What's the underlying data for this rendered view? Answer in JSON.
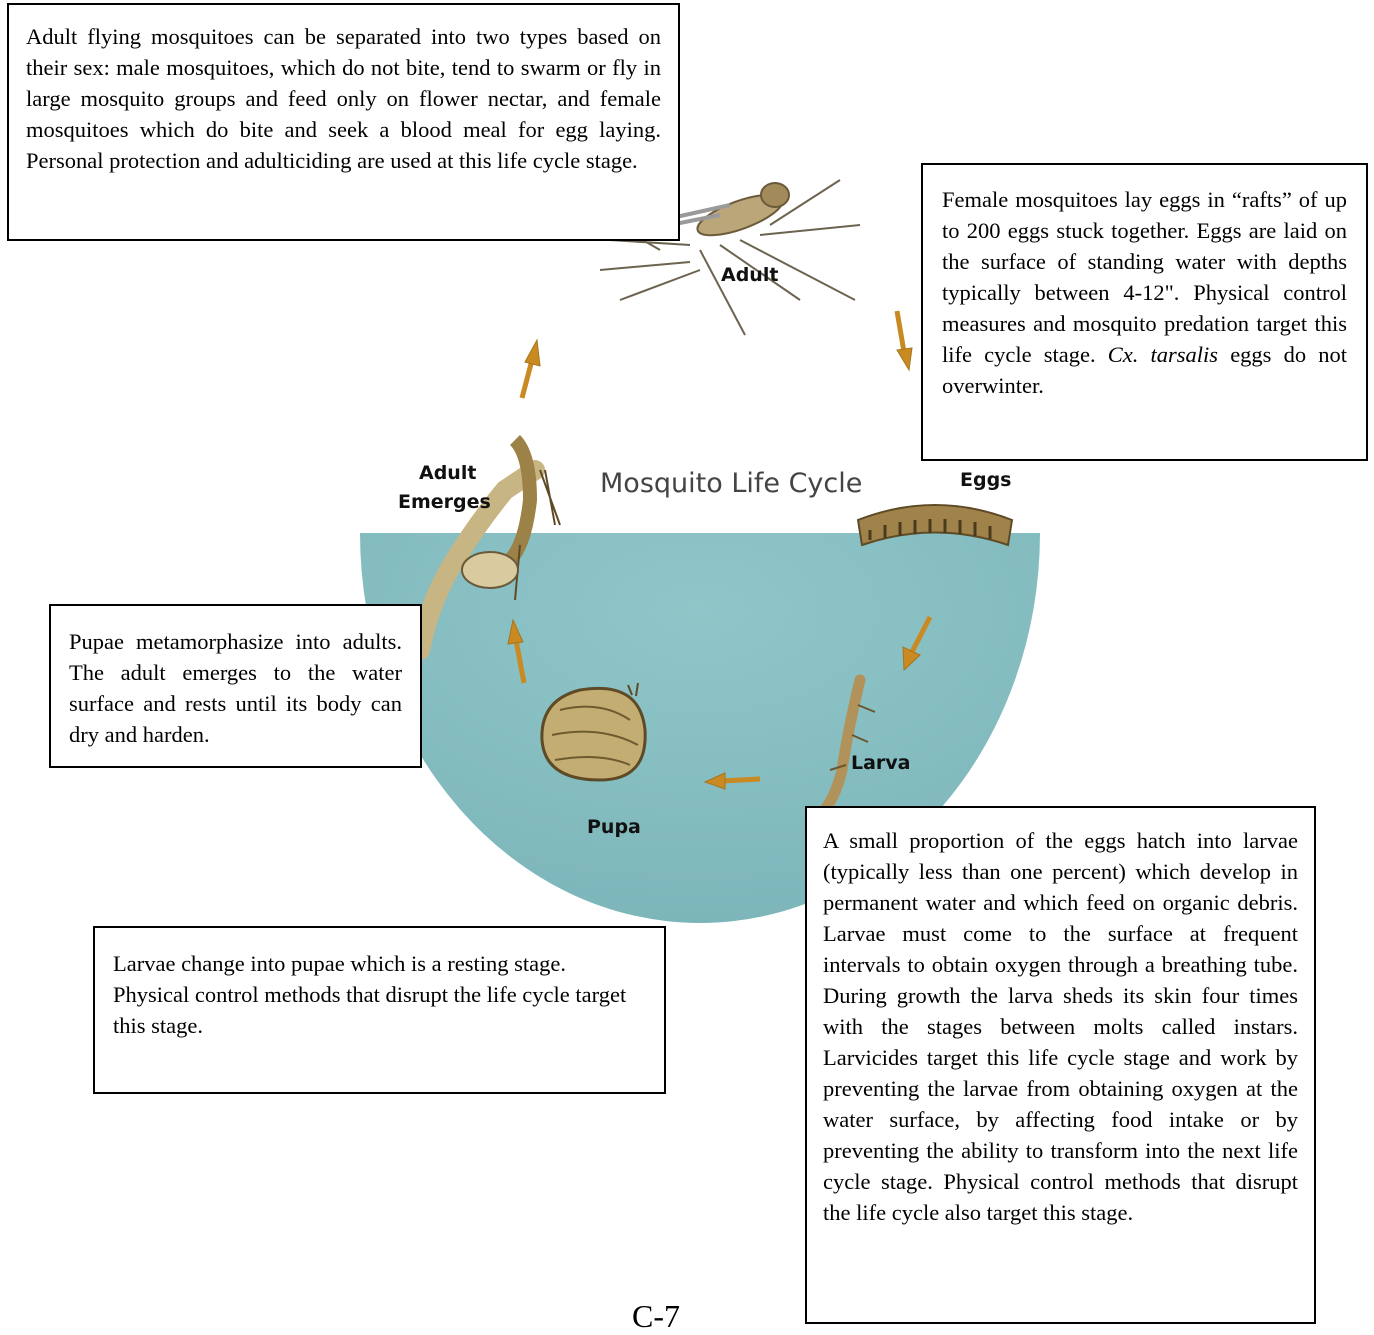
{
  "diagram": {
    "title": "Mosquito Life Cycle",
    "stages": {
      "adult": "Adult",
      "eggs": "Eggs",
      "larva": "Larva",
      "pupa": "Pupa",
      "adult_emerges_line1": "Adult",
      "adult_emerges_line2": "Emerges"
    },
    "colors": {
      "water": "#86bfc3",
      "arrow": "#c98a22",
      "insect": "#b79b5a",
      "box_border": "#000000"
    }
  },
  "boxes": {
    "adult": "Adult flying mosquitoes can be separated into two types based on their sex: male mosquitoes, which do not bite, tend to swarm or fly in large mosquito groups and feed only on flower nectar, and female mosquitoes which do bite and seek a blood meal for egg laying.  Personal protection and adulticiding are used at this life cycle stage.",
    "eggs": {
      "text1": "Female mosquitoes lay eggs in “rafts” of up to 200 eggs stuck together.  Eggs are laid on the surface of standing water with depths typically between 4-12\".  Physical control measures and mosquito predation target this life cycle stage. ",
      "species": "Cx. tarsalis",
      "text2": " eggs do not overwinter."
    },
    "emerges": "Pupae metamorphasize into adults. The adult emerges to the water surface and rests until its body can dry and  harden.",
    "pupa": "Larvae change into pupae which is a resting stage.  Physical control methods that disrupt the life cycle target this stage.",
    "larva": "A small proportion of the eggs hatch into larvae (typically less than one percent) which develop in permanent water and which feed on organic debris.  Larvae must come to the surface at frequent intervals to obtain oxygen through a breathing tube.  During growth the larva sheds its skin four times with the stages between molts called instars.  Larvicides target this life cycle stage and work by preventing the larvae from obtaining oxygen at the water surface, by affecting food intake or by preventing the ability to transform into the next life cycle stage.  Physical control methods that disrupt the life cycle also target this stage."
  },
  "page_number": "C-7"
}
